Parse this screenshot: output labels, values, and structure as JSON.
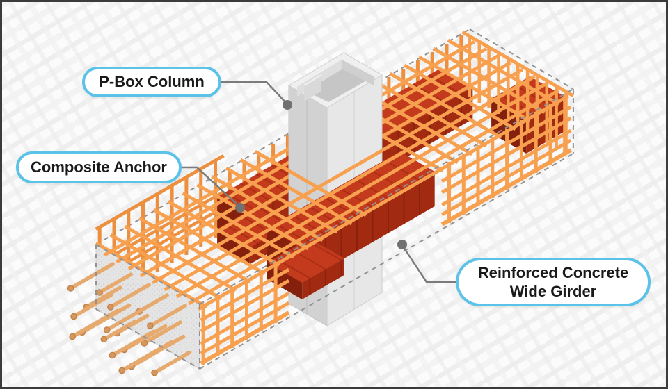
{
  "diagram": {
    "callouts": {
      "pbox": {
        "text": "P-Box Column"
      },
      "anchor": {
        "text": "Composite Anchor"
      },
      "girder": {
        "line1": "Reinforced Concrete",
        "line2": "Wide Girder"
      }
    }
  },
  "colors": {
    "frame_border": "#3b3b3b",
    "background": "#fbfbfb",
    "mesh": "#f1f1f1",
    "mesh2": "#ececec",
    "callout_border": "#5bc2e8",
    "callout_bg": "#ffffff",
    "callout_text": "#1a1a1a",
    "connector": "#7b7b7b",
    "connector_dot": "#717171",
    "dashed_line": "#929292",
    "rebar": "#f7a050",
    "rebar_dark": "#ec9040",
    "anchor_top": "#c43a1c",
    "anchor_front": "#a12a11",
    "anchor_side": "#85200c",
    "column_left": "#d2d2d2",
    "column_right": "#e7e7e7",
    "column_top": "#efefef",
    "column_cavity": "#c6c6c6",
    "concrete": "#e4e4e4",
    "concrete_speck": "#cfcfcf",
    "dowel": "#e6a96e",
    "dowel_cap": "#d7975c",
    "dowel_ring": "#bd8048"
  }
}
